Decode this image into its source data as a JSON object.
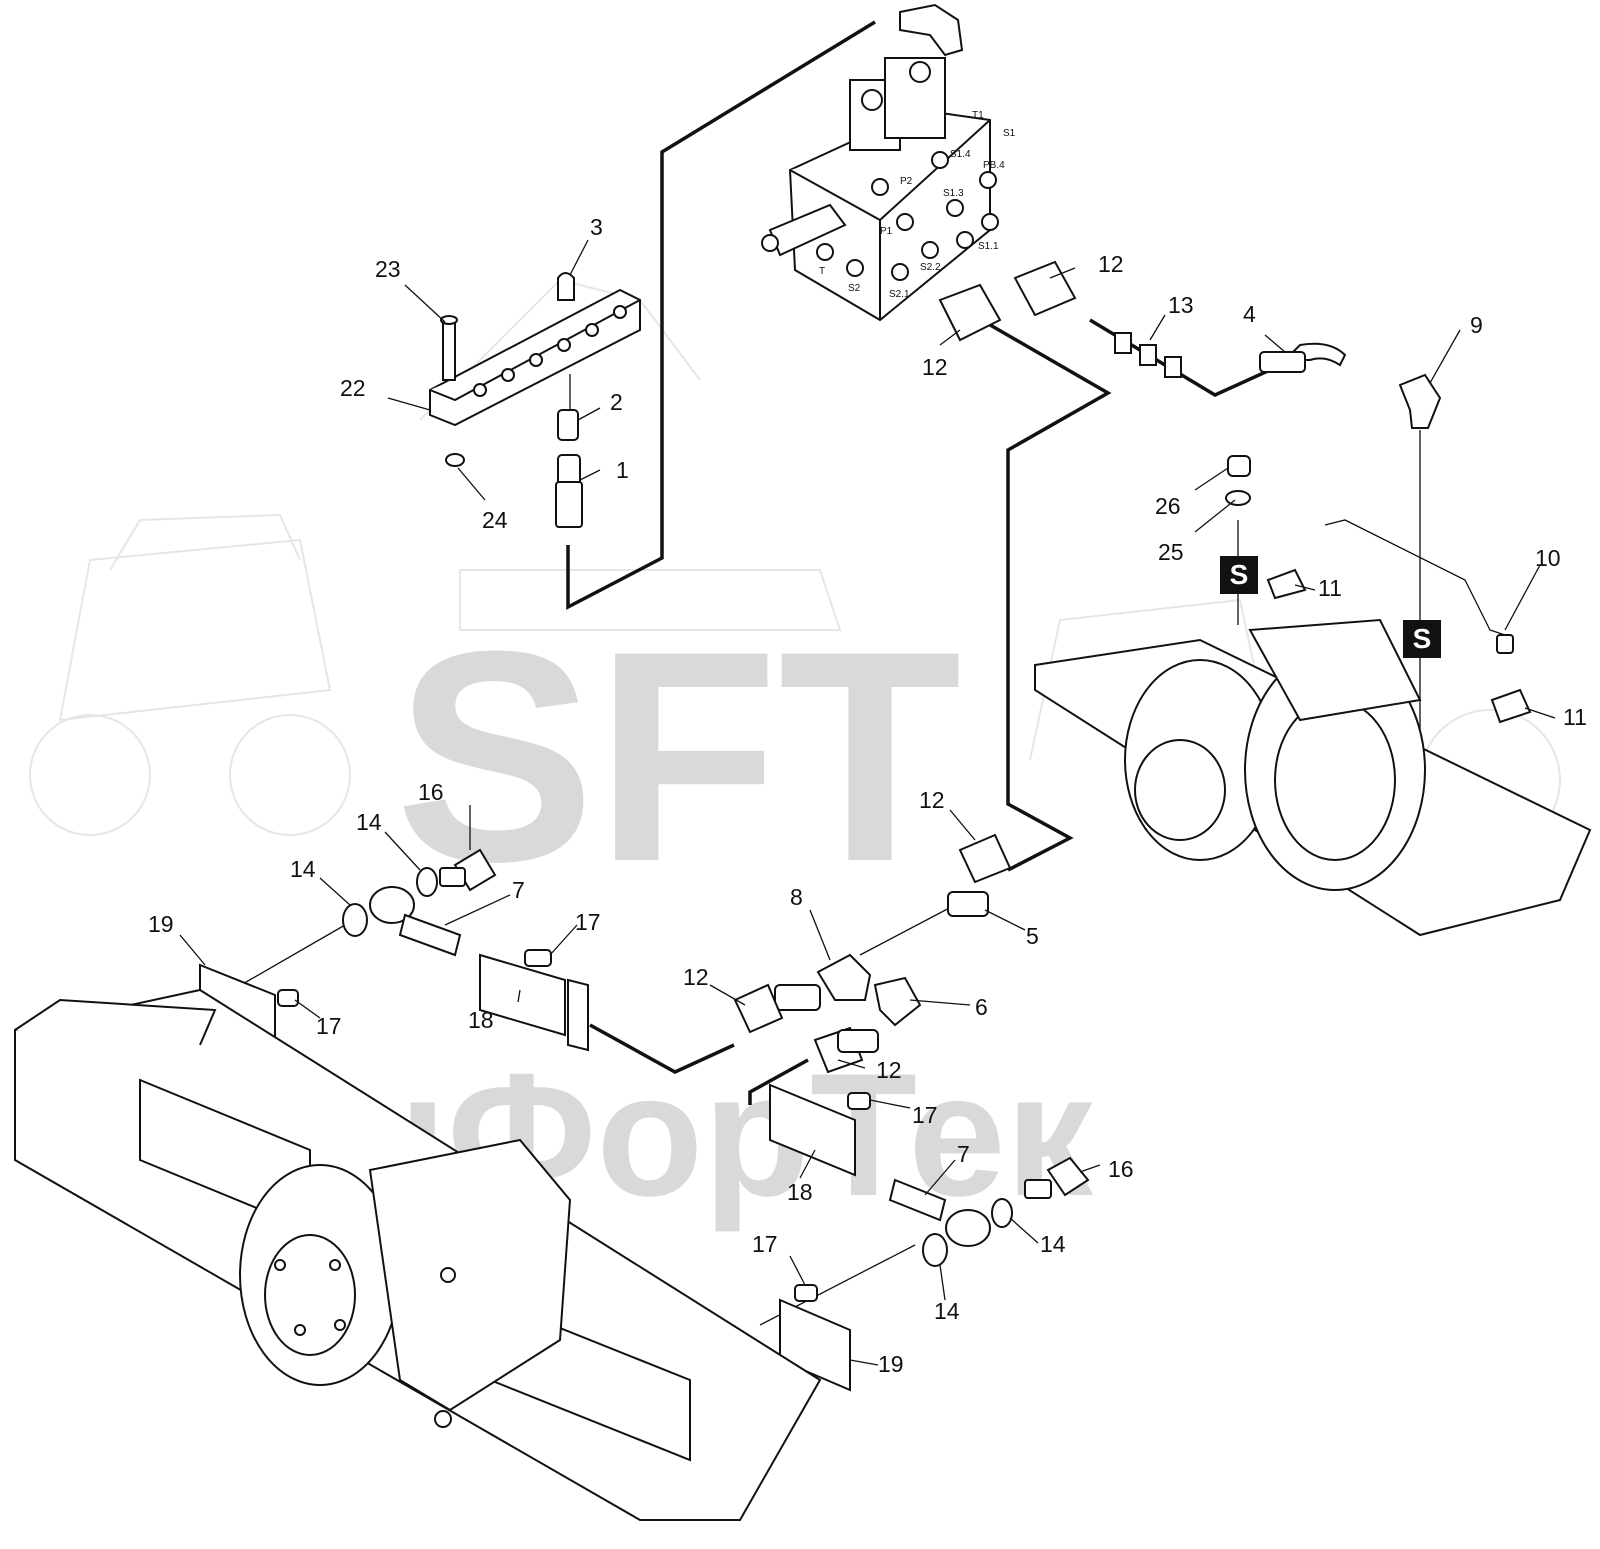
{
  "watermark": {
    "brand": "SFT",
    "cyrillic": "СканФорТек"
  },
  "callouts": {
    "c1": "1",
    "c2": "2",
    "c3": "3",
    "c4": "4",
    "c5": "5",
    "c6": "6",
    "c7a": "7",
    "c7b": "7",
    "c8": "8",
    "c9": "9",
    "c10": "10",
    "c11a": "11",
    "c11b": "11",
    "c12a": "12",
    "c12b": "12",
    "c12c": "12",
    "c12d": "12",
    "c12e": "12",
    "c13": "13",
    "c14a": "14",
    "c14b": "14",
    "c14c": "14",
    "c14d": "14",
    "c16a": "16",
    "c16b": "16",
    "c17a": "17",
    "c17b": "17",
    "c17c": "17",
    "c17d": "17",
    "c18a": "18",
    "c18b": "18",
    "c19a": "19",
    "c19b": "19",
    "c22": "22",
    "c23": "23",
    "c24": "24",
    "c25": "25",
    "c26": "26"
  },
  "ports": {
    "t1": "T1",
    "s1": "S1",
    "s14": "S1.4",
    "p2": "P2",
    "pb4": "PB.4",
    "s13": "S1.3",
    "p1": "P1",
    "s11": "S1.1",
    "s22": "S2.2",
    "s21": "S2.1",
    "t": "T",
    "s2": "S2"
  },
  "sensor_marks": {
    "left": "S",
    "right": "S"
  }
}
